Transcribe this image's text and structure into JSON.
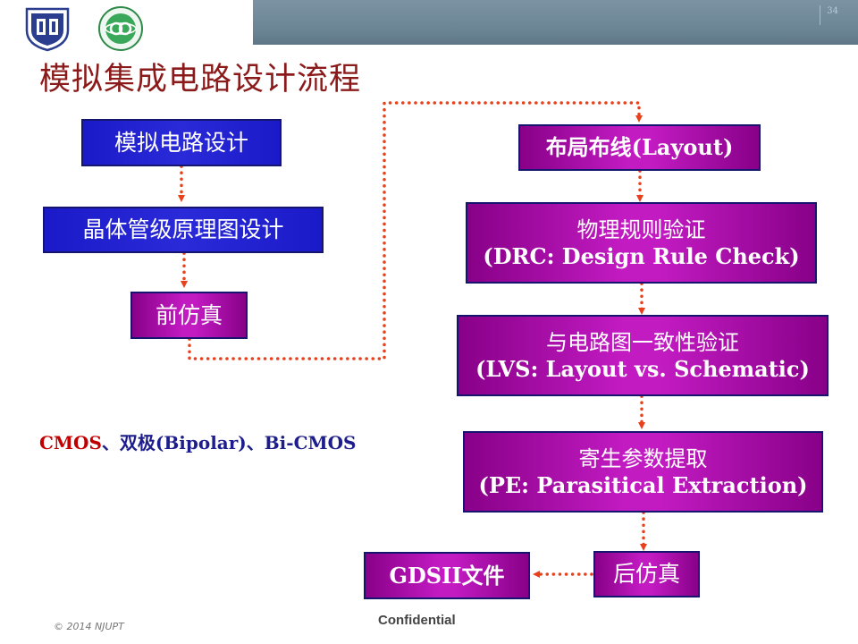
{
  "header": {
    "slide_number": "34"
  },
  "title": "模拟集成电路设计流程",
  "left_flow": {
    "step1": "模拟电路设计",
    "step2": "晶体管级原理图设计",
    "step3": "前仿真"
  },
  "right_flow": {
    "layout": "布局布线(Layout)",
    "drc_line1": "物理规则验证",
    "drc_line2": "(DRC: Design Rule Check)",
    "lvs_line1": "与电路图一致性验证",
    "lvs_line2": "(LVS: Layout vs. Schematic)",
    "pe_line1": "寄生参数提取",
    "pe_line2": "(PE: Parasitical Extraction)",
    "post_sim": "后仿真",
    "gdsii": "GDSII文件"
  },
  "note": {
    "part1": "CMOS",
    "part2": "、双极(Bipolar)、Bi-CMOS"
  },
  "footer": {
    "copyright": "© 2014 NJUPT",
    "confidential": "Confidential"
  },
  "colors": {
    "title": "#8b1a1a",
    "blue_box": "#1a1ac8",
    "purple_box": "#c21bc2",
    "arrow": "#e8401a"
  }
}
